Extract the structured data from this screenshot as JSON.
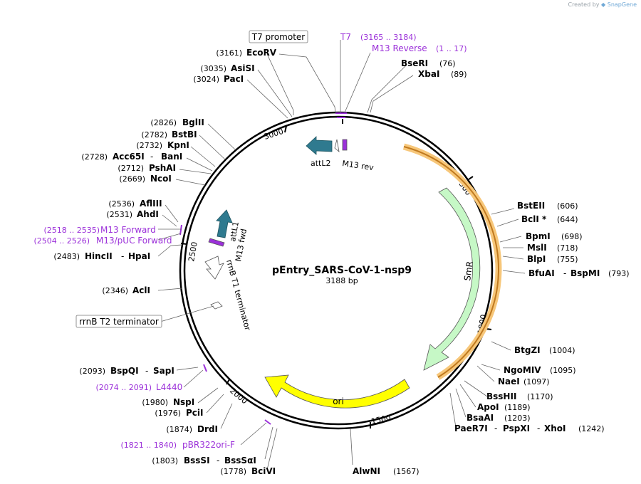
{
  "credit": {
    "prefix": "Created by",
    "brand": "SnapGene"
  },
  "plasmid": {
    "name": "pEntry_SARS-CoV-1-nsp9",
    "size": "3188 bp"
  },
  "colors": {
    "primer": "#9b30d9",
    "site": "#000000",
    "orf": "#c6f8c6",
    "ori": "#ffff00",
    "att": "#2f7a8f",
    "highlight": "#f7c77a"
  },
  "ticks": [
    "500",
    "1000",
    "1500",
    "2000",
    "2500",
    "3000"
  ],
  "sites": [
    {
      "pos": "(3161)",
      "name": "EcoRV"
    },
    {
      "pos": "(3035)",
      "name": "AsiSI"
    },
    {
      "pos": "(3024)",
      "name": "PacI"
    },
    {
      "pos": "(2826)",
      "name": "BglII"
    },
    {
      "pos": "(2782)",
      "name": "BstBI"
    },
    {
      "pos": "(2732)",
      "name": "KpnI"
    },
    {
      "pos": "(2728)",
      "name": "Acc65I",
      "name2": "BanI"
    },
    {
      "pos": "(2712)",
      "name": "PshAI"
    },
    {
      "pos": "(2669)",
      "name": "NcoI"
    },
    {
      "pos": "(2536)",
      "name": "AflIII"
    },
    {
      "pos": "(2531)",
      "name": "AhdI"
    },
    {
      "pos": "(2483)",
      "name": "HincII",
      "name2": "HpaI"
    },
    {
      "pos": "(2346)",
      "name": "AclI"
    },
    {
      "pos": "(2093)",
      "name": "BspQI",
      "name2": "SapI"
    },
    {
      "pos": "(1980)",
      "name": "NspI"
    },
    {
      "pos": "(1976)",
      "name": "PciI"
    },
    {
      "pos": "(1874)",
      "name": "DrdI"
    },
    {
      "pos": "(1803)",
      "name": "BssSI",
      "name2": "BssSαI"
    },
    {
      "pos": "(1778)",
      "name": "BciVI"
    },
    {
      "pos": "(1567)",
      "name": "AlwNI"
    },
    {
      "pos": "(76)",
      "name": "BseRI"
    },
    {
      "pos": "(89)",
      "name": "XbaI"
    },
    {
      "pos": "(606)",
      "name": "BstEII"
    },
    {
      "pos": "(644)",
      "name": "BclI *"
    },
    {
      "pos": "(698)",
      "name": "BpmI"
    },
    {
      "pos": "(718)",
      "name": "MslI"
    },
    {
      "pos": "(755)",
      "name": "BlpI"
    },
    {
      "pos": "(793)",
      "name": "BfuAI",
      "name2": "BspMI"
    },
    {
      "pos": "(1004)",
      "name": "BtgZI"
    },
    {
      "pos": "(1095)",
      "name": "NgoMIV"
    },
    {
      "pos": "(1097)",
      "name": "NaeI"
    },
    {
      "pos": "(1170)",
      "name": "BssHII"
    },
    {
      "pos": "(1189)",
      "name": "ApoI"
    },
    {
      "pos": "(1203)",
      "name": "BsaAI"
    },
    {
      "pos": "(1242)",
      "name": "PaeR7I",
      "name2": "PspXI",
      "name3": "XhoI"
    }
  ],
  "primers": [
    {
      "name": "T7",
      "range": "(3165 .. 3184)"
    },
    {
      "name": "M13 Reverse",
      "range": "(1 .. 17)"
    },
    {
      "name": "M13 Forward",
      "range": "(2518 .. 2535)"
    },
    {
      "name": "M13/pUC Forward",
      "range": "(2504 .. 2526)"
    },
    {
      "name": "L4440",
      "range": "(2074 .. 2091)"
    },
    {
      "name": "pBR322ori-F",
      "range": "(1821 .. 1840)"
    }
  ],
  "boxed": {
    "t7_promoter": "T7 promoter",
    "rrnb_t2": "rrnB T2 terminator"
  },
  "features": {
    "attL2": "attL2",
    "m13rev": "M13 rev",
    "attL1": "attL1",
    "m13fwd": "M13 fwd",
    "rrnb_t1": "rrnB T1 terminator",
    "smr": "SmR",
    "ori": "ori"
  }
}
